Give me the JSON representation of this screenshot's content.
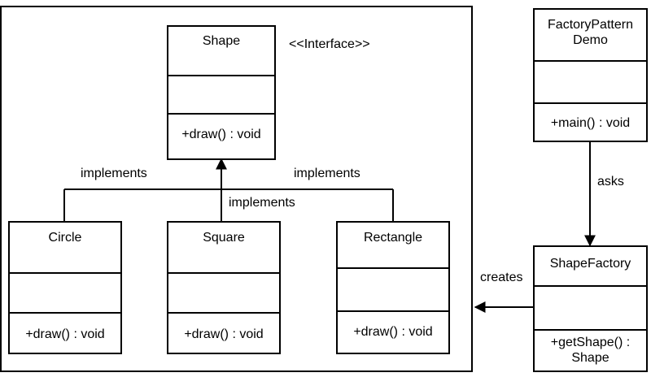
{
  "stereotype": "<<Interface>>",
  "classes": {
    "shape": {
      "name": "Shape",
      "operation": "+draw() : void"
    },
    "circle": {
      "name": "Circle",
      "operation": "+draw() : void"
    },
    "square": {
      "name": "Square",
      "operation": "+draw() : void"
    },
    "rectangle": {
      "name": "Rectangle",
      "operation": "+draw() : void"
    },
    "demo": {
      "name": "FactoryPattern\nDemo",
      "operation": "+main() : void"
    },
    "factory": {
      "name": "ShapeFactory",
      "operation": "+getShape() :\nShape"
    }
  },
  "relations": {
    "implements_left": "implements",
    "implements_middle": "implements",
    "implements_right": "implements",
    "asks": "asks",
    "creates": "creates"
  }
}
